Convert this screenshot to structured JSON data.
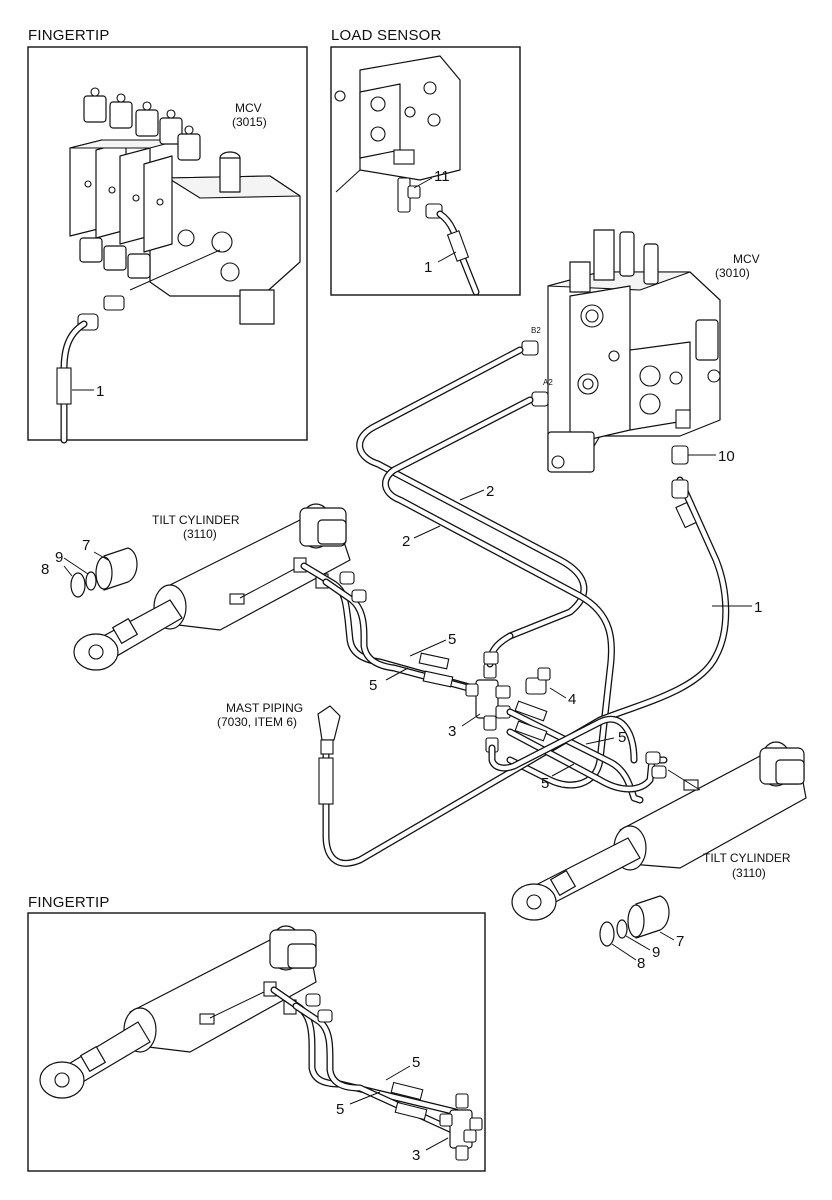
{
  "insets": {
    "top_left": {
      "title": "FINGERTIP"
    },
    "top_right": {
      "title": "LOAD SENSOR"
    },
    "bottom": {
      "title": "FINGERTIP"
    }
  },
  "components": {
    "mcv_fingertip": {
      "name": "MCV",
      "ref": "(3015)"
    },
    "mcv_main": {
      "name": "MCV",
      "ref": "(3010)"
    },
    "tilt_cylinder_left": {
      "name": "TILT CYLINDER",
      "ref": "(3110)"
    },
    "tilt_cylinder_right": {
      "name": "TILT CYLINDER",
      "ref": "(3110)"
    },
    "mast_piping": {
      "name": "MAST PIPING",
      "ref": "(7030, ITEM 6)"
    }
  },
  "ports": {
    "b2": "B2",
    "a2": "A2"
  },
  "callouts": {
    "c1_fingertip": "1",
    "c1_loadsensor": "1",
    "c11": "11",
    "c10": "10",
    "c1_main": "1",
    "c2_a": "2",
    "c2_b": "2",
    "c7_left": "7",
    "c8_left": "8",
    "c9_left": "9",
    "c5_a": "5",
    "c5_b": "5",
    "c4": "4",
    "c3": "3",
    "c5_c": "5",
    "c5_d": "5",
    "c7_right": "7",
    "c8_right": "8",
    "c9_right": "9",
    "c5_e": "5",
    "c5_f": "5",
    "c3_bottom": "3"
  }
}
